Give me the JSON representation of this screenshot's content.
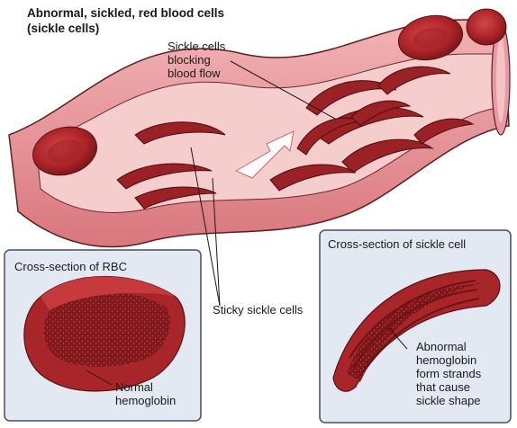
{
  "title": {
    "line1": "Abnormal, sickled, red blood cells",
    "line2": "(sickle cells)"
  },
  "labels": {
    "blocking": [
      "Sickle cells",
      "blocking",
      "blood flow"
    ],
    "sticky": "Sticky sickle cells",
    "rbc_panel_title": "Cross-section of RBC",
    "normal_hemoglobin": [
      "Normal",
      "hemoglobin"
    ],
    "sickle_panel_title": "Cross-section of sickle cell",
    "abnormal_hemoglobin": [
      "Abnormal",
      "hemoglobin",
      "form strands",
      "that cause",
      "sickle shape"
    ]
  },
  "colors": {
    "vessel_wall": "#e89aa0",
    "vessel_inner": "#f7d3d3",
    "rbc_dark": "#8e1d1f",
    "rbc_mid": "#b8282c",
    "panel_bg": "#e3e9f2",
    "panel_border": "#4a4f5e"
  }
}
